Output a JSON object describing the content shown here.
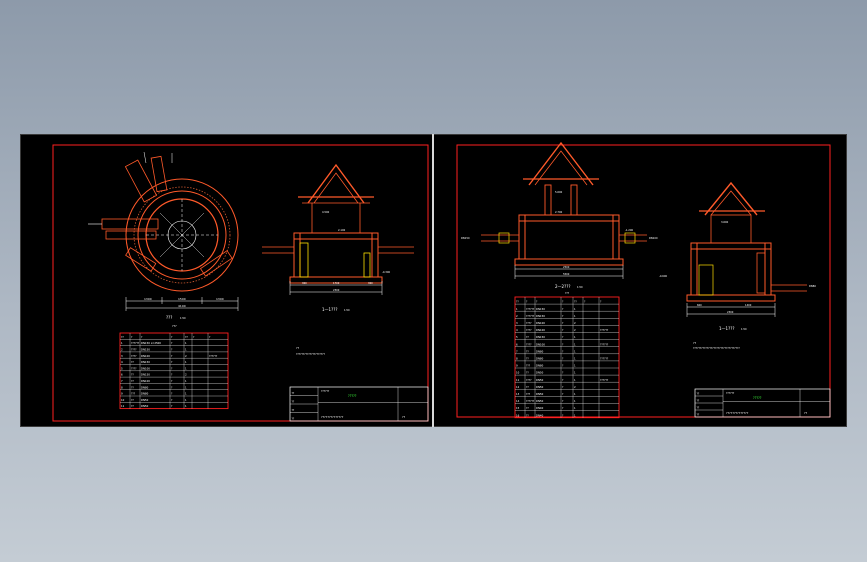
{
  "sheets": [
    {
      "plan_view": {
        "title": "???",
        "scale_suffix": "1:50",
        "note": "???",
        "dim_left": "1300",
        "dim_mid": "1500",
        "dim_right": "1300",
        "dim_total": "4100"
      },
      "section_view": {
        "title": "1—1???",
        "scale_suffix": "1:50",
        "dim_left": "300",
        "dim_mid": "1700",
        "dim_right": "300",
        "dim_total": "2300",
        "level_top": "4.500",
        "level_mid": "2.100",
        "level_base": "-0.300"
      },
      "notes": {
        "heading": "??",
        "body": "?????????????????????"
      },
      "materials_table": {
        "headers": [
          "??",
          "?",
          "?",
          "?",
          "??",
          "?",
          "?"
        ],
        "rows": [
          [
            "1",
            "??????",
            "DN150 L=2500",
            "?",
            "1",
            "",
            ""
          ],
          [
            "2",
            "????",
            "DN150",
            "?",
            "1",
            "",
            ""
          ],
          [
            "3",
            "????",
            "DN100",
            "?",
            "2",
            "",
            "??????"
          ],
          [
            "4",
            "??",
            "DN150",
            "?",
            "1",
            "",
            ""
          ],
          [
            "5",
            "????",
            "DN100",
            "?",
            "1",
            "",
            ""
          ],
          [
            "6",
            "??",
            "DN150",
            "?",
            "2",
            "",
            ""
          ],
          [
            "7",
            "??",
            "DN100",
            "?",
            "1",
            "",
            ""
          ],
          [
            "8",
            "??",
            "DN80",
            "?",
            "1",
            "",
            ""
          ],
          [
            "9",
            "???",
            "DN80",
            "?",
            "1",
            "",
            ""
          ],
          [
            "10",
            "??",
            "DN50",
            "?",
            "1",
            "",
            ""
          ],
          [
            "11",
            "??",
            "DN50",
            "?",
            "1",
            "",
            ""
          ]
        ]
      },
      "title_block": {
        "project": "??????",
        "drawing_name": "??????????????",
        "stamp": "?????",
        "sheet_no": "??",
        "rows": [
          "??",
          "??",
          "??",
          "??"
        ]
      }
    },
    {
      "section_view_a": {
        "title": "2—2???",
        "scale_suffix": "1:50",
        "sub": "???",
        "dim_total": "5500",
        "dim_mid": "2500",
        "level_top": "5.600",
        "level_mid": "2.700",
        "level_pipe": "-1.200",
        "tag_left": "DN150",
        "tag_right": "DN100"
      },
      "section_view_b": {
        "title": "1—1???",
        "scale_suffix": "1:50",
        "dim_total": "2300",
        "dim_left": "600",
        "dim_right": "1400",
        "level_top": "3.600",
        "level_pipe": "-0.600",
        "tag_right": "DN80"
      },
      "notes": {
        "heading": "??",
        "body": "??????????????????????????????????"
      },
      "materials_table": {
        "headers": [
          "??",
          "?",
          "?",
          "?",
          "??",
          "?",
          "?"
        ],
        "rows": [
          [
            "1",
            "??????",
            "DN150",
            "?",
            "1",
            "",
            ""
          ],
          [
            "2",
            "??????",
            "DN150",
            "?",
            "1",
            "",
            ""
          ],
          [
            "3",
            "????",
            "DN100",
            "?",
            "2",
            "",
            ""
          ],
          [
            "4",
            "????",
            "DN100",
            "?",
            "2",
            "",
            "??????"
          ],
          [
            "5",
            "??",
            "DN150",
            "?",
            "1",
            "",
            ""
          ],
          [
            "6",
            "????",
            "DN100",
            "?",
            "1",
            "",
            "??????"
          ],
          [
            "7",
            "??",
            "DN80",
            "?",
            "1",
            "",
            ""
          ],
          [
            "8",
            "??",
            "DN80",
            "?",
            "1",
            "",
            "??????"
          ],
          [
            "9",
            "???",
            "DN80",
            "?",
            "1",
            "",
            ""
          ],
          [
            "10",
            "??",
            "DN50",
            "?",
            "1",
            "",
            ""
          ],
          [
            "11",
            "????",
            "DN50",
            "?",
            "1",
            "",
            "??????"
          ],
          [
            "12",
            "??",
            "DN50",
            "?",
            "2",
            "",
            ""
          ],
          [
            "13",
            "???",
            "DN50",
            "?",
            "1",
            "",
            ""
          ],
          [
            "14",
            "??????",
            "DN50",
            "?",
            "1",
            "",
            ""
          ],
          [
            "15",
            "??",
            "DN40",
            "?",
            "1",
            "",
            ""
          ],
          [
            "16",
            "??",
            "DN40",
            "?",
            "1",
            "",
            ""
          ]
        ]
      },
      "title_block": {
        "project": "??????",
        "drawing_name": "??????????????",
        "stamp": "?????",
        "sheet_no": "??",
        "rows": [
          "??",
          "??",
          "??",
          "??"
        ]
      }
    }
  ],
  "colors": {
    "sheet_border": "#ff2020",
    "wall": "#ff5a2a",
    "dimension": "#ffffff",
    "pipe_yellow": "#ffe000",
    "stamp_green": "#3cff3c",
    "hatch": "#d05a30"
  }
}
